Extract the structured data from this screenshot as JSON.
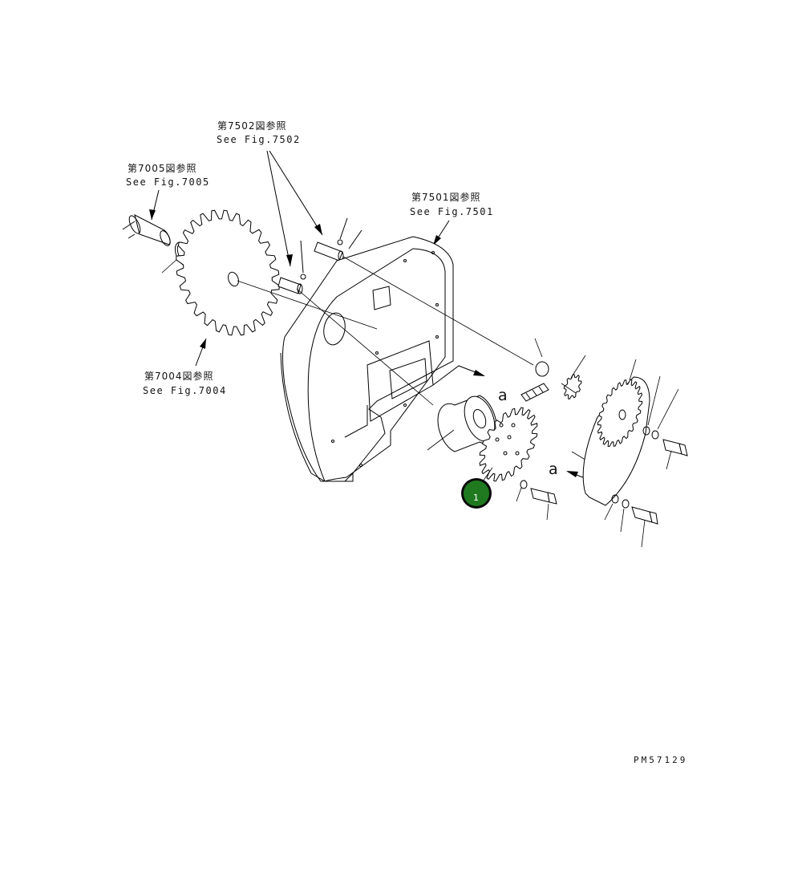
{
  "refs": [
    {
      "jp": "第7502図参照",
      "en": "See Fig.7502"
    },
    {
      "jp": "第7005図参照",
      "en": "See Fig.7005"
    },
    {
      "jp": "第7501図参照",
      "en": "See Fig.7501"
    },
    {
      "jp": "第7004図参照",
      "en": "See Fig.7004"
    }
  ],
  "view_letters": [
    "a",
    "a"
  ],
  "callout": {
    "number": "1",
    "color": "#1f7a1f",
    "ring_color": "#0a0a0a"
  },
  "drawing_code": "PM57129"
}
